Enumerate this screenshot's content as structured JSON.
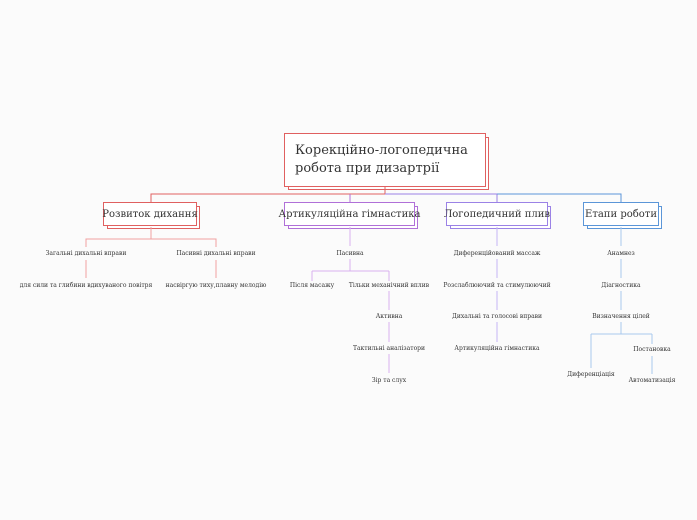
{
  "root": {
    "title": "Корекційно-логопедична робота при дизартрії"
  },
  "branches": [
    {
      "title": "Розвиток дихання",
      "color": "#e06060",
      "children": [
        {
          "label": "Загальні дихальні вправи",
          "child": "для сили та глибини вдихуваного повітря"
        },
        {
          "label": "Пасивні дихальні вправи",
          "child": "насвіргую тиху,плавну мелодію"
        }
      ]
    },
    {
      "title": "Артикуляційна гімнастика",
      "color": "#b070d8",
      "children": [
        {
          "label": "Пасивна"
        },
        {
          "label": "Після масажу"
        },
        {
          "label": "Тільки механічний вплив"
        },
        {
          "label": "Активна"
        },
        {
          "label": "Тактильні аналізатори"
        },
        {
          "label": "Зір та слух"
        }
      ]
    },
    {
      "title": "Логопедичний плив",
      "color": "#9b82e6",
      "children": [
        {
          "label": "Диференційований массаж"
        },
        {
          "label": "Розслаблюючий та стимулюючий"
        },
        {
          "label": "Дихальні та голосові вправи"
        },
        {
          "label": "Артикуляційна гімнастика"
        }
      ]
    },
    {
      "title": "Етапи роботи",
      "color": "#5b96d8",
      "children": [
        {
          "label": "Анамнез"
        },
        {
          "label": "Діагностика"
        },
        {
          "label": "Визначення цілей"
        },
        {
          "label": "Диференціація"
        },
        {
          "label": "Постановка"
        },
        {
          "label": "Автоматизація"
        }
      ]
    }
  ]
}
